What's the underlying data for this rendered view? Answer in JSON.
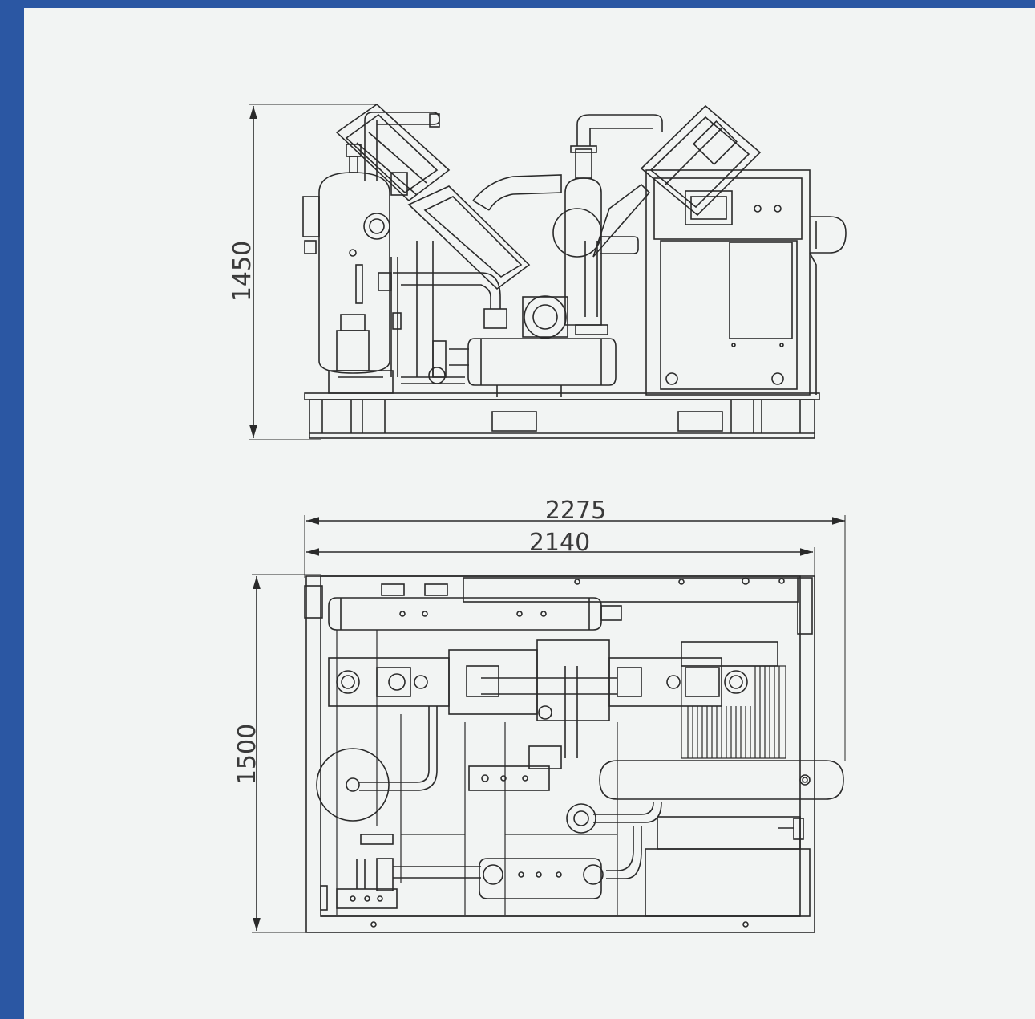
{
  "frame": {
    "color": "#2b57a3",
    "background": "#f2f4f3",
    "line_color": "#2a2a2a"
  },
  "dimensions": {
    "side_height": "1450",
    "top_depth": "1500",
    "top_overall_width": "2275",
    "top_frame_width": "2140"
  }
}
